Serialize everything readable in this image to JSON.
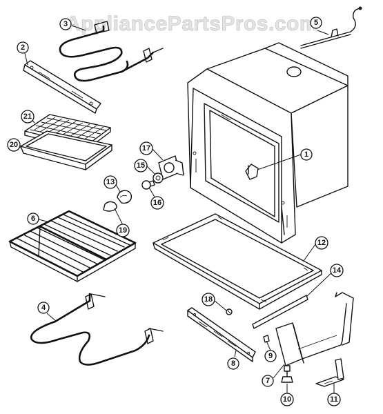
{
  "watermark": "AppliancePartsPros.com",
  "callouts": {
    "c1": "1",
    "c2": "2",
    "c3": "3",
    "c4": "4",
    "c5": "5",
    "c6": "6",
    "c7": "7",
    "c8": "8",
    "c9": "9",
    "c10": "10",
    "c11": "11",
    "c12": "12",
    "c13": "13",
    "c14": "14",
    "c15": "15",
    "c16": "16",
    "c17": "17",
    "c18": "18",
    "c19": "19",
    "c20": "20",
    "c21": "21"
  }
}
